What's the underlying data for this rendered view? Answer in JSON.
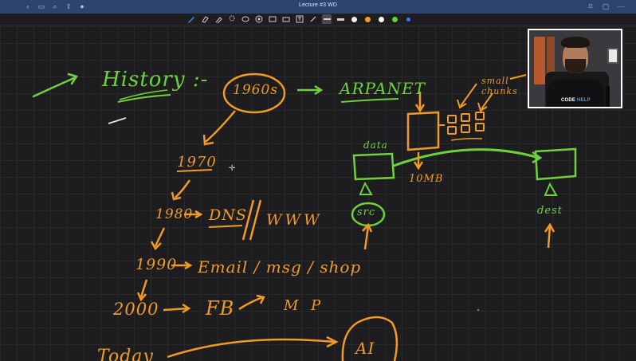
{
  "window": {
    "title": "Lecture #3 WD",
    "left_icons": [
      "back-icon",
      "sidebar-icon",
      "search-icon",
      "share-icon",
      "mic-icon"
    ],
    "right_icons": [
      "bookmark-icon",
      "add-page-icon",
      "more-icon"
    ]
  },
  "toolbar": {
    "tools": [
      "pen-icon",
      "eraser-icon",
      "highlighter-icon",
      "lasso-icon",
      "shape-icon",
      "sticker-icon",
      "image-icon",
      "keyboard-icon",
      "text-icon",
      "link-icon"
    ],
    "colors": [
      "#f5f5f5",
      "#ff9a2e",
      "#ffffff",
      "#5cd23a",
      "#3a78ff"
    ]
  },
  "notes": {
    "history": "History :-",
    "year1960": "1960s",
    "arpanet": "ARPANET",
    "year1970": "1970",
    "year1980": "1980",
    "dns": "DNS",
    "www": "WWW",
    "year1990": "1990",
    "email": "Email / msg / shop",
    "year2000": "2000",
    "fb": "FB",
    "mp": "M P",
    "today": "Today",
    "ai": "AI",
    "small_chunks": "small chunks",
    "data": "data",
    "size": "10MB",
    "src": "src",
    "dest": "dest"
  },
  "webcam": {
    "logo_main": "CODE",
    "logo_accent": "HELP"
  },
  "colors": {
    "green_ink": "#6fd13c",
    "orange_ink": "#f09a2a",
    "title_bar": "#2b4470"
  }
}
